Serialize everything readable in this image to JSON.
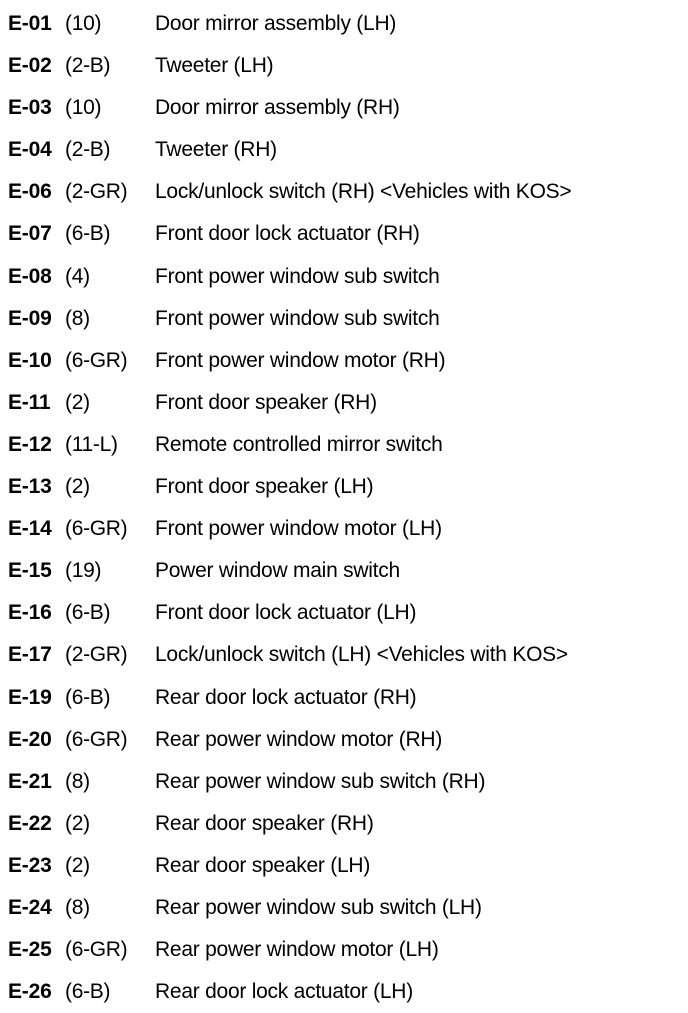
{
  "document": {
    "kind": "connector-list",
    "background_color": "#ffffff",
    "text_color": "#000000",
    "row_count": 24,
    "columns": [
      "code",
      "connector",
      "description"
    ]
  },
  "rows": [
    {
      "code": "E-01",
      "connector": "(10)",
      "description": "Door mirror assembly (LH)"
    },
    {
      "code": "E-02",
      "connector": "(2-B)",
      "description": "Tweeter (LH)"
    },
    {
      "code": "E-03",
      "connector": "(10)",
      "description": "Door mirror assembly (RH)"
    },
    {
      "code": "E-04",
      "connector": "(2-B)",
      "description": "Tweeter (RH)"
    },
    {
      "code": "E-06",
      "connector": "(2-GR)",
      "description": "Lock/unlock switch (RH) <Vehicles with KOS>"
    },
    {
      "code": "E-07",
      "connector": "(6-B)",
      "description": "Front door lock actuator (RH)"
    },
    {
      "code": "E-08",
      "connector": "(4)",
      "description": "Front power window sub switch"
    },
    {
      "code": "E-09",
      "connector": "(8)",
      "description": "Front power window sub switch"
    },
    {
      "code": "E-10",
      "connector": "(6-GR)",
      "description": "Front power window motor (RH)"
    },
    {
      "code": "E-11",
      "connector": "(2)",
      "description": "Front door speaker (RH)"
    },
    {
      "code": "E-12",
      "connector": "(11-L)",
      "description": "Remote controlled mirror switch"
    },
    {
      "code": "E-13",
      "connector": "(2)",
      "description": "Front door speaker (LH)"
    },
    {
      "code": "E-14",
      "connector": "(6-GR)",
      "description": "Front power window motor (LH)"
    },
    {
      "code": "E-15",
      "connector": "(19)",
      "description": "Power window main switch"
    },
    {
      "code": "E-16",
      "connector": "(6-B)",
      "description": "Front door lock actuator (LH)"
    },
    {
      "code": "E-17",
      "connector": "(2-GR)",
      "description": "Lock/unlock switch (LH) <Vehicles with KOS>"
    },
    {
      "code": "E-19",
      "connector": "(6-B)",
      "description": "Rear door lock actuator (RH)"
    },
    {
      "code": "E-20",
      "connector": "(6-GR)",
      "description": "Rear power window motor (RH)"
    },
    {
      "code": "E-21",
      "connector": "(8)",
      "description": "Rear power window sub switch (RH)"
    },
    {
      "code": "E-22",
      "connector": "(2)",
      "description": "Rear door speaker (RH)"
    },
    {
      "code": "E-23",
      "connector": "(2)",
      "description": "Rear door speaker (LH)"
    },
    {
      "code": "E-24",
      "connector": "(8)",
      "description": "Rear power window sub switch (LH)"
    },
    {
      "code": "E-25",
      "connector": "(6-GR)",
      "description": "Rear power window motor (LH)"
    },
    {
      "code": "E-26",
      "connector": "(6-B)",
      "description": "Rear door lock actuator (LH)"
    }
  ]
}
